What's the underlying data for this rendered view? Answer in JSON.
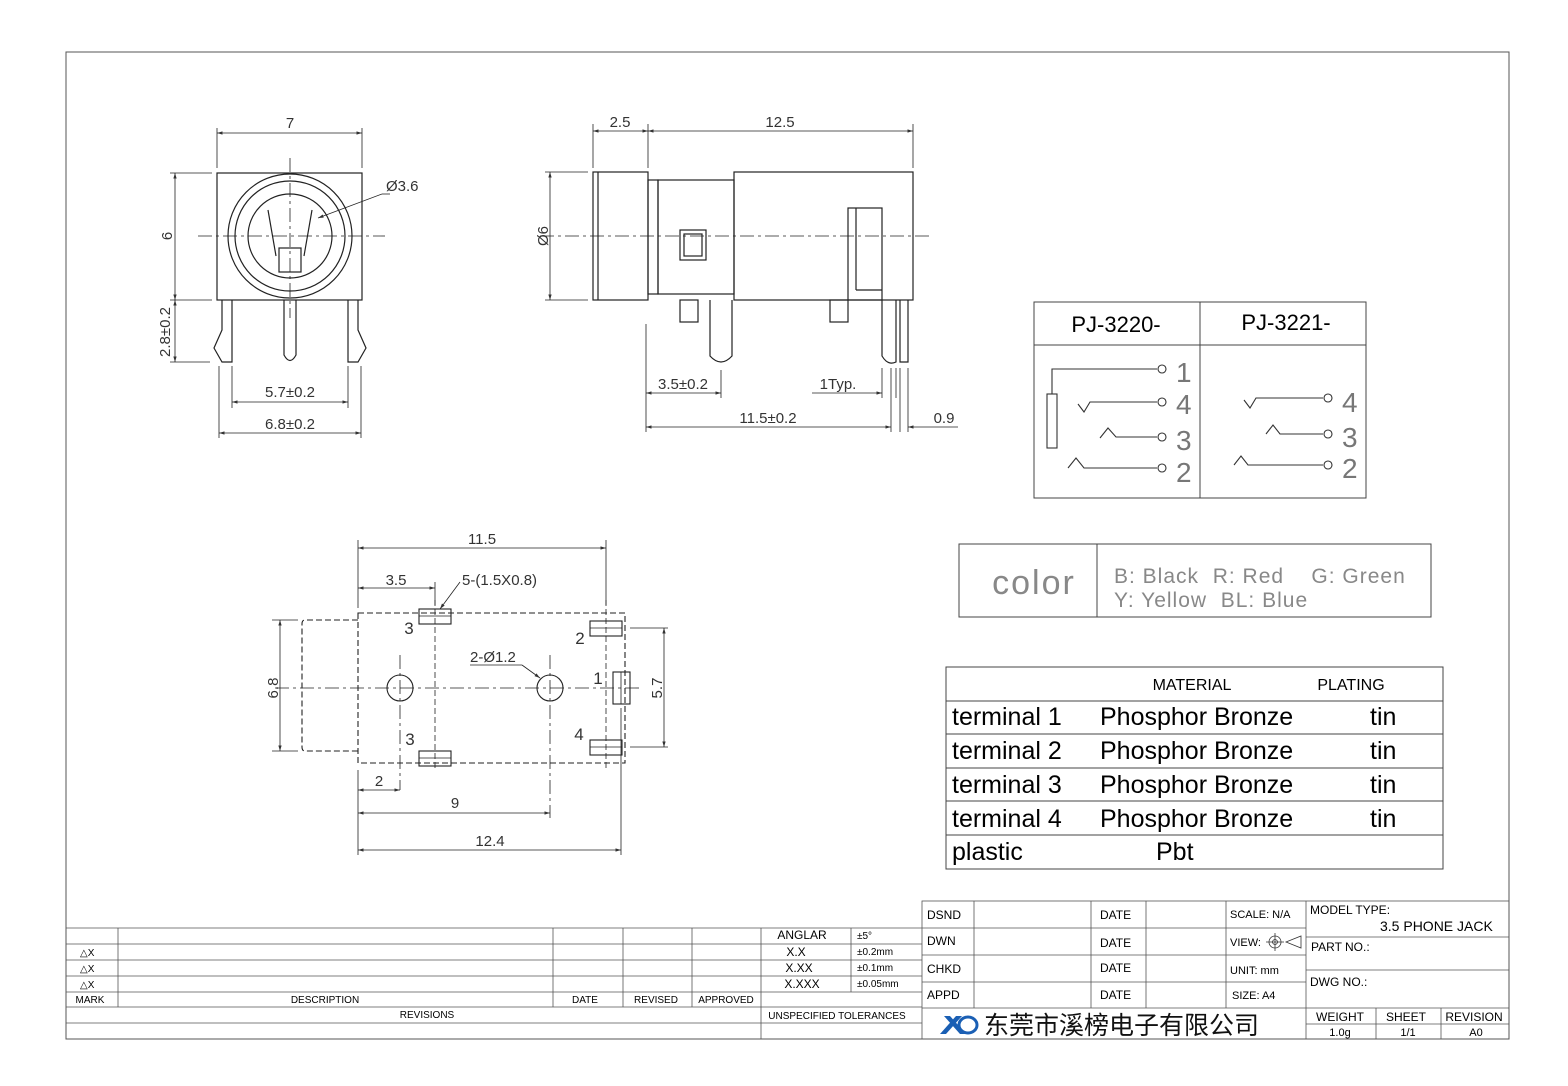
{
  "front_view": {
    "width": "7",
    "diameter": "Ø3.6",
    "height": "6",
    "pin_length": "2.8±0.2",
    "pitch_inner": "5.7±0.2",
    "pitch_outer": "6.8±0.2"
  },
  "side_view": {
    "front_len": "2.5",
    "body_len": "12.5",
    "diameter": "Ø6",
    "pin_offset": "3.5±0.2",
    "pin_typ": "1Typ.",
    "pin_span": "11.5±0.2",
    "pin_width": "0.9"
  },
  "footprint": {
    "length": "11.5",
    "first_pad": "3.5",
    "pad_size": "5-(1.5X0.8)",
    "height": "6.8",
    "hole": "2-Ø1.2",
    "pad_pitch": "5.7",
    "hole_offset": "2",
    "hole_pitch": "9",
    "total": "12.4",
    "pads": [
      "3",
      "2",
      "1",
      "3",
      "4"
    ]
  },
  "models": {
    "left": {
      "name": "PJ-3220-",
      "pins": [
        "1",
        "4",
        "3",
        "2"
      ]
    },
    "right": {
      "name": "PJ-3221-",
      "pins": [
        "4",
        "3",
        "2"
      ]
    }
  },
  "color": {
    "label": "color",
    "line1": "B: Black  R: Red    G: Green",
    "line2": "Y: Yellow  BL: Blue"
  },
  "material_table": {
    "headers": [
      "MATERIAL",
      "PLATING"
    ],
    "rows": [
      {
        "part": "terminal 1",
        "material": "Phosphor Bronze",
        "plating": "tin"
      },
      {
        "part": "terminal 2",
        "material": "Phosphor Bronze",
        "plating": "tin"
      },
      {
        "part": "terminal 3",
        "material": "Phosphor Bronze",
        "plating": "tin"
      },
      {
        "part": "terminal 4",
        "material": "Phosphor Bronze",
        "plating": "tin"
      },
      {
        "part": "plastic",
        "material": "Pbt",
        "plating": ""
      }
    ]
  },
  "revisions": {
    "rows": [
      "△X",
      "△X",
      "△X"
    ],
    "headers": [
      "MARK",
      "DESCRIPTION",
      "DATE",
      "REVISED",
      "APPROVED"
    ],
    "footer": "REVISIONS"
  },
  "tolerances": {
    "rows": [
      {
        "k": "ANGLAR",
        "v": "±5°"
      },
      {
        "k": "X.X",
        "v": "±0.2mm"
      },
      {
        "k": "X.XX",
        "v": "±0.1mm"
      },
      {
        "k": "X.XXX",
        "v": "±0.05mm"
      }
    ],
    "footer": "UNSPECIFIED TOLERANCES"
  },
  "title_block": {
    "dsnd": "DSND",
    "dwn": "DWN",
    "chkd": "CHKD",
    "appd": "APPD",
    "date": "DATE",
    "scale": "SCALE: N/A",
    "view": "VIEW:",
    "unit": "UNIT: mm",
    "size": "SIZE: A4",
    "model_type_label": "MODEL TYPE:",
    "model_type": "3.5 PHONE JACK",
    "part_no": "PART NO.:",
    "dwg_no": "DWG NO.:",
    "company": "东莞市溪榜电子有限公司",
    "weight_label": "WEIGHT",
    "weight": "1.0g",
    "sheet_label": "SHEET",
    "sheet": "1/1",
    "revision_label": "REVISION",
    "revision": "A0"
  }
}
